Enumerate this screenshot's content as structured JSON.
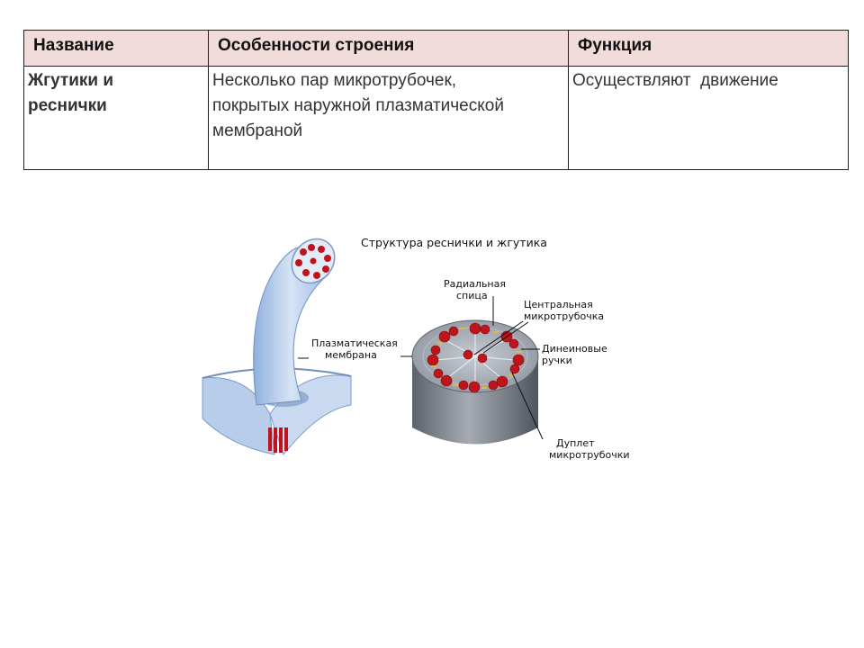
{
  "table": {
    "headers": [
      "Название",
      "Особенности строения",
      "Функция"
    ],
    "rows": [
      {
        "name_line1": "Жгутики и",
        "name_line2": "реснички",
        "structure_line1": "Несколько пар микротрубочек,",
        "structure_line2": "покрытых наружной плазматической",
        "structure_line3": "мембраной",
        "function": "Осуществляют  движение"
      }
    ]
  },
  "figure": {
    "title": "Структура реснички и жгутика",
    "labels": {
      "membrane_line1": "Плазматическая",
      "membrane_line2": "мембрана",
      "radial_line1": "Радиальная",
      "radial_line2": "спица",
      "central_line1": "Центральная",
      "central_line2": "микротрубочка",
      "dynein_line1": "Динеиновые",
      "dynein_line2": "ручки",
      "doublet_line1": "Дуплет",
      "doublet_line2": "микротрубочки"
    },
    "colors": {
      "header_bg": "#f2dcdb",
      "name_text": "#8b1a3a",
      "microtubule": "#c0141c",
      "membrane": "#a9c6e8",
      "cylinder": "#7a7f88"
    }
  }
}
